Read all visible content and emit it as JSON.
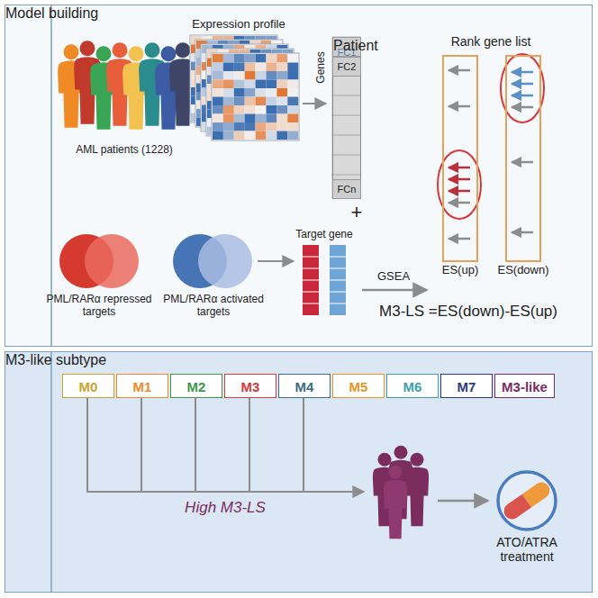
{
  "diagram": {
    "nodes": [
      {
        "text": [
          "Model building"
        ]
      },
      {
        "text": [
          "Patient"
        ],
        "in": 0
      },
      {
        "text": [
          "FC1"
        ],
        "in": 1
      },
      {
        "text": [
          "FC2"
        ],
        "in": 1
      },
      {
        "text": [
          "FCn"
        ],
        "in": 1
      },
      {
        "text": [
          "ES(up)"
        ],
        "in": 0
      },
      {
        "text": [
          "ES(down)"
        ],
        "in": 0
      },
      {
        "text": [
          "M3-like subtype"
        ]
      },
      {
        "text": [
          "M0"
        ],
        "in": 7
      },
      {
        "text": [
          "M1"
        ],
        "in": 7
      },
      {
        "text": [
          "M2"
        ],
        "in": 7
      },
      {
        "text": [
          "M3"
        ],
        "in": 7
      },
      {
        "text": [
          "M4"
        ],
        "in": 7
      },
      {
        "text": [
          "M5"
        ],
        "in": 7
      },
      {
        "text": [
          "M6"
        ],
        "in": 7
      },
      {
        "text": [
          "M7"
        ],
        "in": 7
      },
      {
        "text": [
          "M3-like"
        ],
        "in": 7
      }
    ],
    "labels": [
      "Expression profile",
      "AML patients (1228)",
      "Genes",
      "Rank gene list",
      "+",
      "PML/RARα repressed targets",
      "PML/RARα activated targets",
      "Target gene",
      "GSEA",
      "M3-LS =ES(down)-ES(up)",
      "High M3-LS",
      "ATO/ATRA treatment"
    ]
  }
}
